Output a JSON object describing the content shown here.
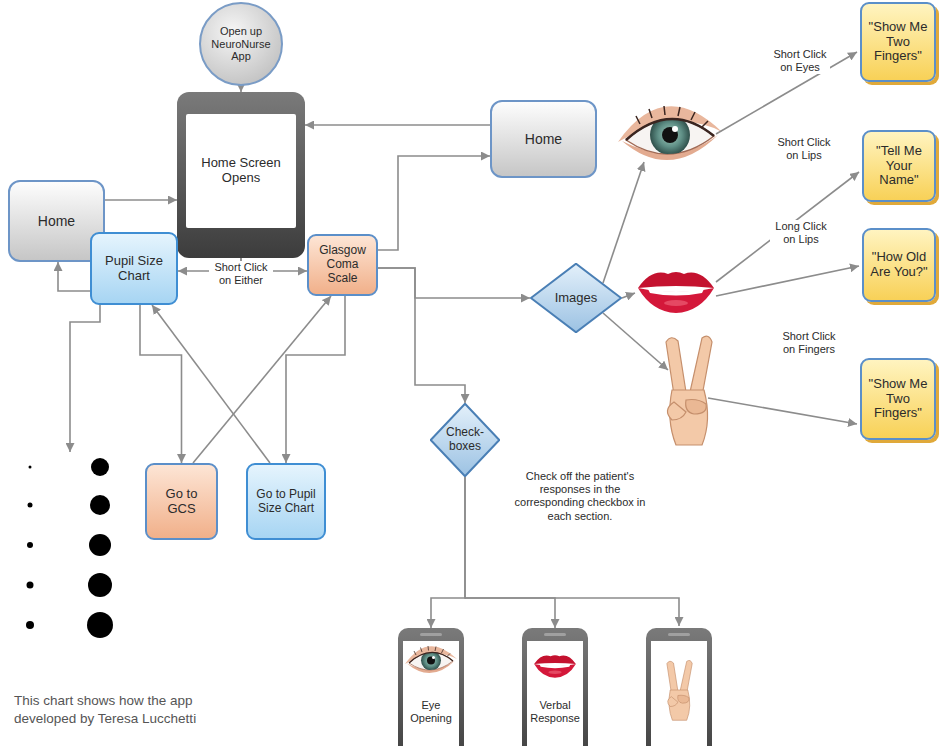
{
  "diagram": {
    "caption": "This chart shows how the app developed by Teresa Lucchetti",
    "nodes": [
      {
        "text": [
          "Open up NeuroNurse App"
        ]
      },
      {
        "text": [
          "Home Screen Opens"
        ]
      },
      {
        "text": [
          "Home"
        ]
      },
      {
        "text": [
          "Home"
        ]
      },
      {
        "text": [
          "Pupil Size Chart"
        ]
      },
      {
        "text": [
          "Glasgow Coma Scale"
        ]
      },
      {
        "text": [
          "Images"
        ]
      },
      {
        "text": [
          "Go to GCS"
        ]
      },
      {
        "text": [
          "Go to Pupil Size Chart"
        ]
      },
      {
        "text": [
          "Check-boxes"
        ]
      },
      {
        "text": [
          "\"Show Me Two Fingers\""
        ]
      },
      {
        "text": [
          "\"Tell Me Your Name\""
        ]
      },
      {
        "text": [
          "\"How Old Are You?\""
        ]
      },
      {
        "text": [
          "\"Show Me Two Fingers\""
        ]
      },
      {
        "text": [
          "Eye Opening"
        ]
      },
      {
        "text": [
          "Verbal Response"
        ]
      }
    ],
    "edges": [
      {
        "from": 0,
        "to": 1,
        "arrow": "to"
      },
      {
        "from": 2,
        "to": 1,
        "arrow": "to"
      },
      {
        "from": 3,
        "to": 1,
        "arrow": "to"
      },
      {
        "from": 1,
        "to": 4,
        "arrow": "to"
      },
      {
        "from": 1,
        "to": 5,
        "arrow": "to"
      },
      {
        "from": 4,
        "to": 2,
        "arrow": "to"
      },
      {
        "from": 4,
        "to": 7,
        "arrow": "to"
      },
      {
        "from": 5,
        "to": 8,
        "arrow": "to"
      },
      {
        "from": 7,
        "to": 5,
        "arrow": "to"
      },
      {
        "from": 8,
        "to": 4,
        "arrow": "to"
      },
      {
        "from": 5,
        "to": 3,
        "arrow": "to"
      },
      {
        "from": 5,
        "to": 6,
        "arrow": "to"
      },
      {
        "from": 5,
        "to": 9,
        "arrow": "to"
      },
      {
        "from": 9,
        "to": 14,
        "arrow": "to"
      },
      {
        "from": 9,
        "to": 15,
        "arrow": "to"
      }
    ],
    "labels": [
      "Short Click on Either",
      "Check off the patient's responses in the corresponding checkbox in each section.",
      "Short Click on Eyes",
      "Short Click on Lips",
      "Long Click on Lips",
      "Short Click on Fingers"
    ]
  }
}
